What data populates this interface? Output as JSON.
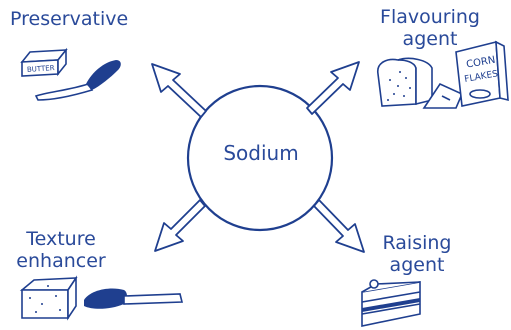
{
  "center": {
    "label": "Sodium"
  },
  "roles": {
    "preservative": {
      "line1": "Preservative"
    },
    "flavouring": {
      "line1": "Flavouring",
      "line2": "agent"
    },
    "texture": {
      "line1": "Texture",
      "line2": "enhancer"
    },
    "raising": {
      "line1": "Raising",
      "line2": "agent"
    }
  },
  "illustrations": {
    "butter_text": "BUTTER",
    "cornflakes_text_1": "CORN",
    "cornflakes_text_2": "FLAKES"
  },
  "colors": {
    "ink": "#2a4a9a",
    "outline": "#1f3f8f",
    "fill": "#ffffff"
  }
}
